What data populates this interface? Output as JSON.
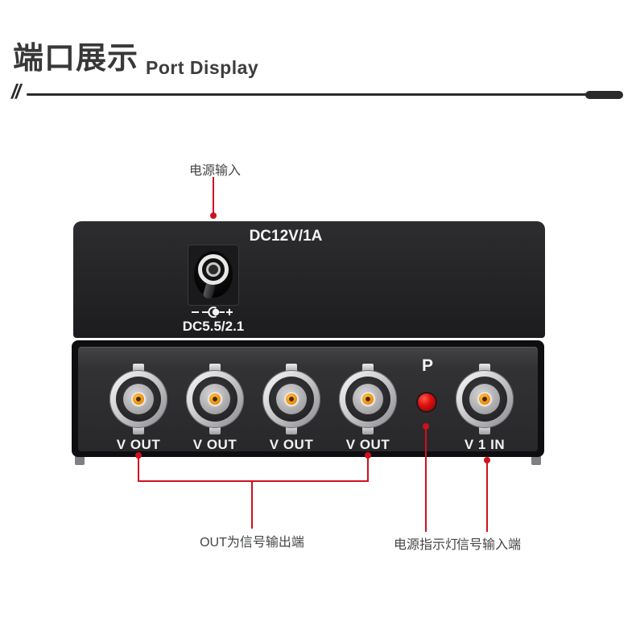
{
  "header": {
    "title_zh": "端口展示",
    "title_en": "Port Display"
  },
  "callouts": {
    "power_input": "电源输入",
    "out_note": "OUT为信号输出端",
    "led_note": "电源指示灯",
    "in_note": "信号输入端"
  },
  "back_panel": {
    "dc_rating": "DC12V/1A",
    "dc_plug_spec": "DC5.5/2.1",
    "polarity_symbol": "− ⊙ +"
  },
  "front_panel": {
    "led_label": "P",
    "ports": [
      {
        "label": "V OUT"
      },
      {
        "label": "V OUT"
      },
      {
        "label": "V OUT"
      },
      {
        "label": "V OUT"
      },
      {
        "label": "V 1 IN"
      }
    ]
  },
  "colors": {
    "accent_red": "#d0101e",
    "panel_dark": "#242427",
    "title_text": "#383838",
    "note_text": "#464646"
  }
}
